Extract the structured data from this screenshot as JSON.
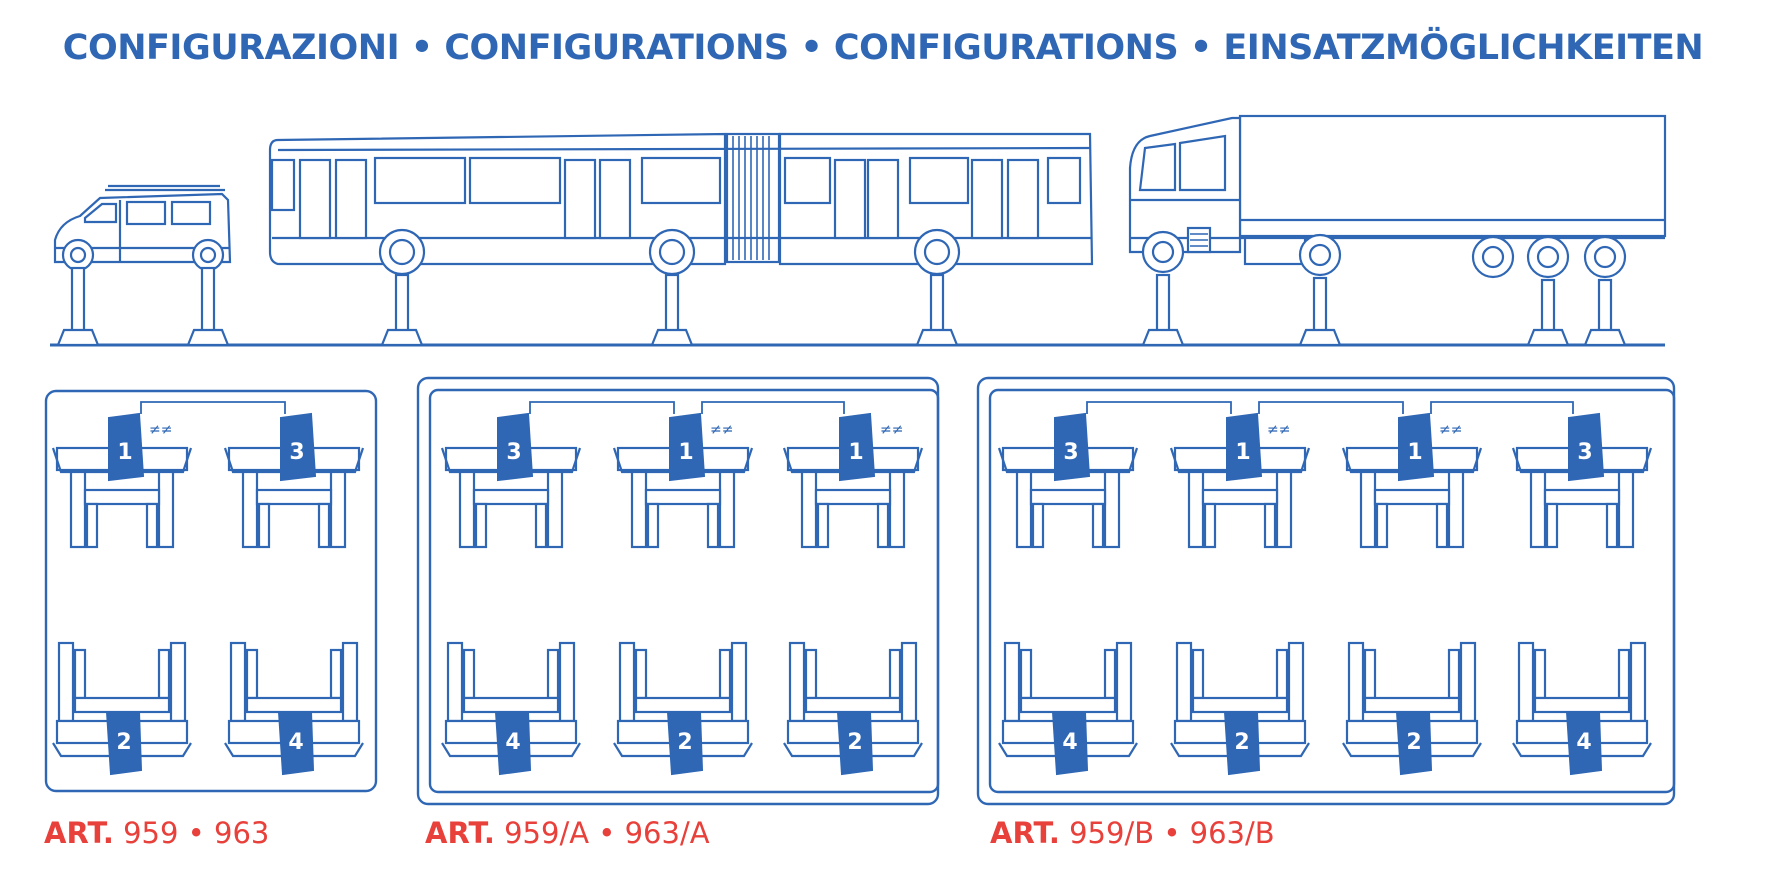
{
  "title": "CONFIGURAZIONI • CONFIGURATIONS • CONFIGURATIONS • EINSATZMÖGLICHKEITEN",
  "colors": {
    "blue": "#2f67b5",
    "red": "#e8403a",
    "unit_fill": "#2f67b5"
  },
  "vehicles": [
    "van-icon",
    "articulated-bus-icon",
    "truck-icon"
  ],
  "configs": [
    {
      "art_prefix": "ART.",
      "art_models": "959 • 963",
      "top_units": [
        "1",
        "3"
      ],
      "bottom_units": [
        "2",
        "4"
      ]
    },
    {
      "art_prefix": "ART.",
      "art_models": "959/A • 963/A",
      "top_units": [
        "3",
        "1",
        "1"
      ],
      "bottom_units": [
        "4",
        "2",
        "2"
      ]
    },
    {
      "art_prefix": "ART.",
      "art_models": "959/B • 963/B",
      "top_units": [
        "3",
        "1",
        "1",
        "3"
      ],
      "bottom_units": [
        "4",
        "2",
        "2",
        "4"
      ]
    }
  ]
}
